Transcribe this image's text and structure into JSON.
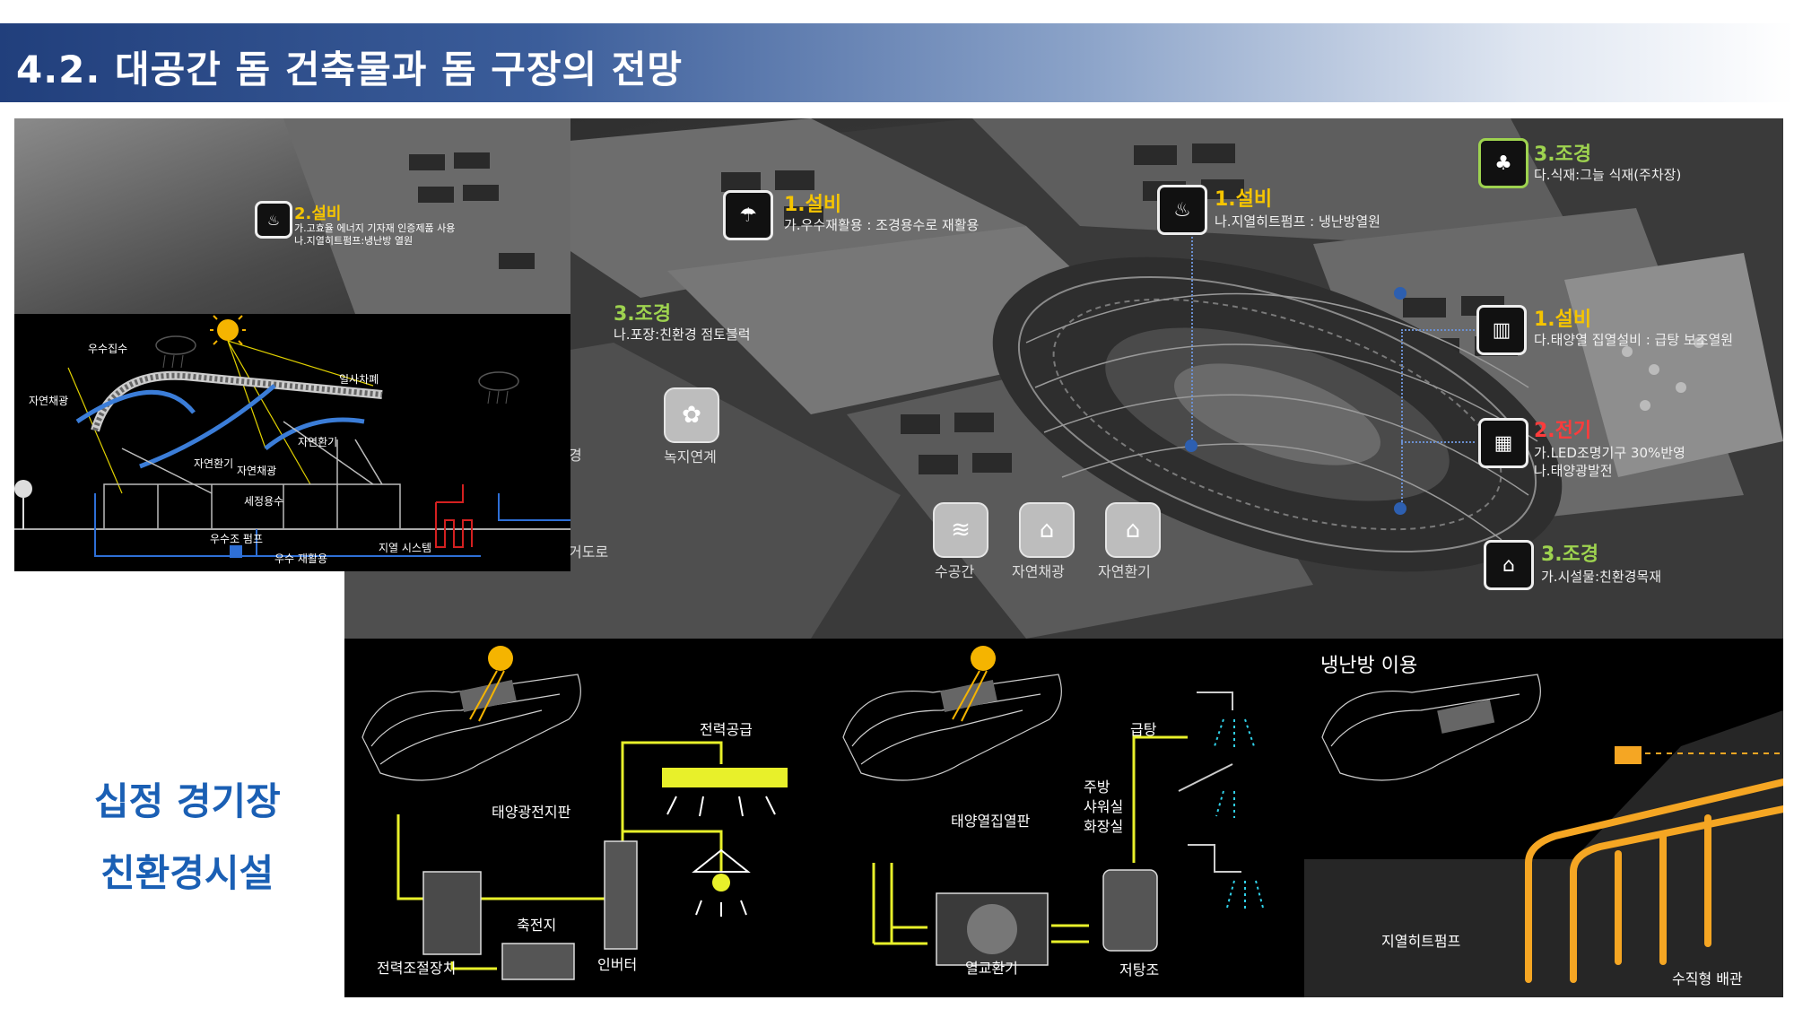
{
  "header": {
    "title": "4.2. 대공간 돔 건축물과 돔 구장의 전망"
  },
  "side_title": {
    "line1": "십정 경기장",
    "line2": "친환경시설"
  },
  "aerial": {
    "callouts": [
      {
        "cat": "1.설비",
        "desc": "가.우수재활용 : 조경용수로 재활용",
        "color": "yellow"
      },
      {
        "cat": "1.설비",
        "desc": "나.지열히트펌프 : 냉난방열원",
        "color": "yellow"
      },
      {
        "cat": "3.조경",
        "desc": "다.식재:그늘 식재(주차장)",
        "color": "green"
      },
      {
        "cat": "3.조경",
        "desc": "나.포장:친환경 점토블럭",
        "color": "green"
      },
      {
        "cat": "1.설비",
        "desc": "다.태양열 집열설비 : 급탕 보조열원",
        "color": "yellow"
      },
      {
        "cat": "2.전기",
        "desc": "가.LED조명기구 30%반영",
        "desc2": "나.태양광발전",
        "color": "red"
      },
      {
        "cat": "3.조경",
        "desc": "가.시설물:친환경목재",
        "color": "green"
      }
    ],
    "features": [
      "녹지연계",
      "수공간",
      "자연채광",
      "자연환기"
    ],
    "cut_labels": [
      "경",
      "거도로"
    ]
  },
  "section": {
    "top_callout": {
      "cat": "2.설비",
      "desc1": "가.고효율 에너지 기자재 인증제품 사용",
      "desc2": "나.지열히트펌프:냉난방 열원"
    },
    "labels": [
      "우수집수",
      "자연채광",
      "일사차폐",
      "자연환기",
      "자연환기",
      "자연채광",
      "세정용수",
      "우수조 펌프",
      "우수 재활용",
      "지열 시스템"
    ]
  },
  "bottom": {
    "solar_pv": {
      "labels": [
        "태양광전지판",
        "전력공급",
        "전력조절장치",
        "축전지",
        "인버터"
      ]
    },
    "solar_thermal": {
      "labels": [
        "태양열집열판",
        "급탕",
        "주방",
        "샤워실",
        "화장실",
        "열교환기",
        "저탕조"
      ]
    },
    "geothermal": {
      "labels": [
        "냉난방 이용",
        "지열히트펌프",
        "수직형 배관"
      ]
    }
  },
  "colors": {
    "header_dark": "#213f7c",
    "accent_blue": "#1a5fb4",
    "yellow_line": "#e8f02a",
    "orange_pipe": "#f5a623"
  }
}
